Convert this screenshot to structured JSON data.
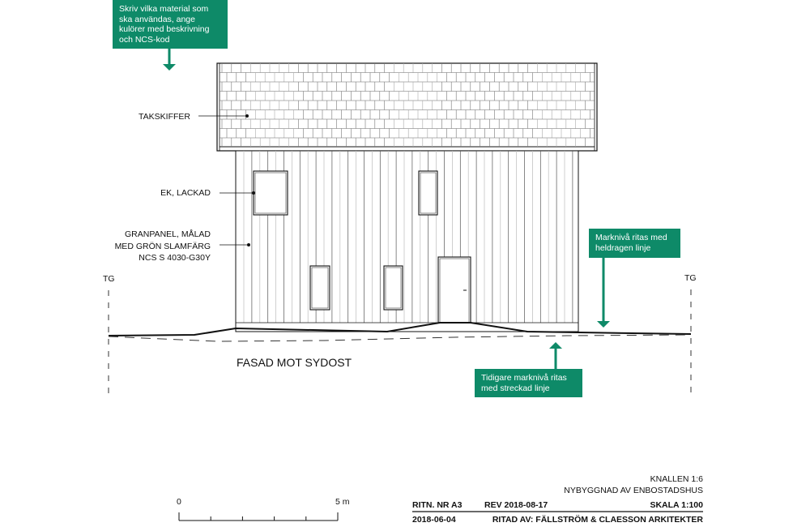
{
  "notes": {
    "materials": "Skriv vilka material som ska användas, ange kulörer med beskrivning och NCS-kod",
    "ground_solid": "Marknivå ritas med heldragen linje",
    "ground_dashed": "Tidigare marknivå ritas med streckad linje"
  },
  "labels": {
    "roof": "TAKSKIFFER",
    "windows": "EK, LACKAD",
    "panel_line1": "GRANPANEL, MÅLAD",
    "panel_line2": "MED GRÖN SLAMFÄRG",
    "panel_line3": "NCS S 4030-G30Y",
    "tg_left": "TG",
    "tg_right": "TG",
    "view_title": "FASAD MOT SYDOST"
  },
  "scale_bar": {
    "start": "0",
    "end": "5 m"
  },
  "title_block": {
    "project": "KNALLEN 1:6",
    "description": "NYBYGGNAD AV ENBOSTADSHUS",
    "drawing_no": "RITN. NR A3",
    "revision": "REV 2018-08-17",
    "scale": "SKALA 1:100",
    "date": "2018-06-04",
    "drawn_by": "RITAD AV: FÄLLSTRÖM & CLAESSON ARKITEKTER"
  },
  "colors": {
    "accent": "#0e8a68",
    "line": "#111111"
  }
}
